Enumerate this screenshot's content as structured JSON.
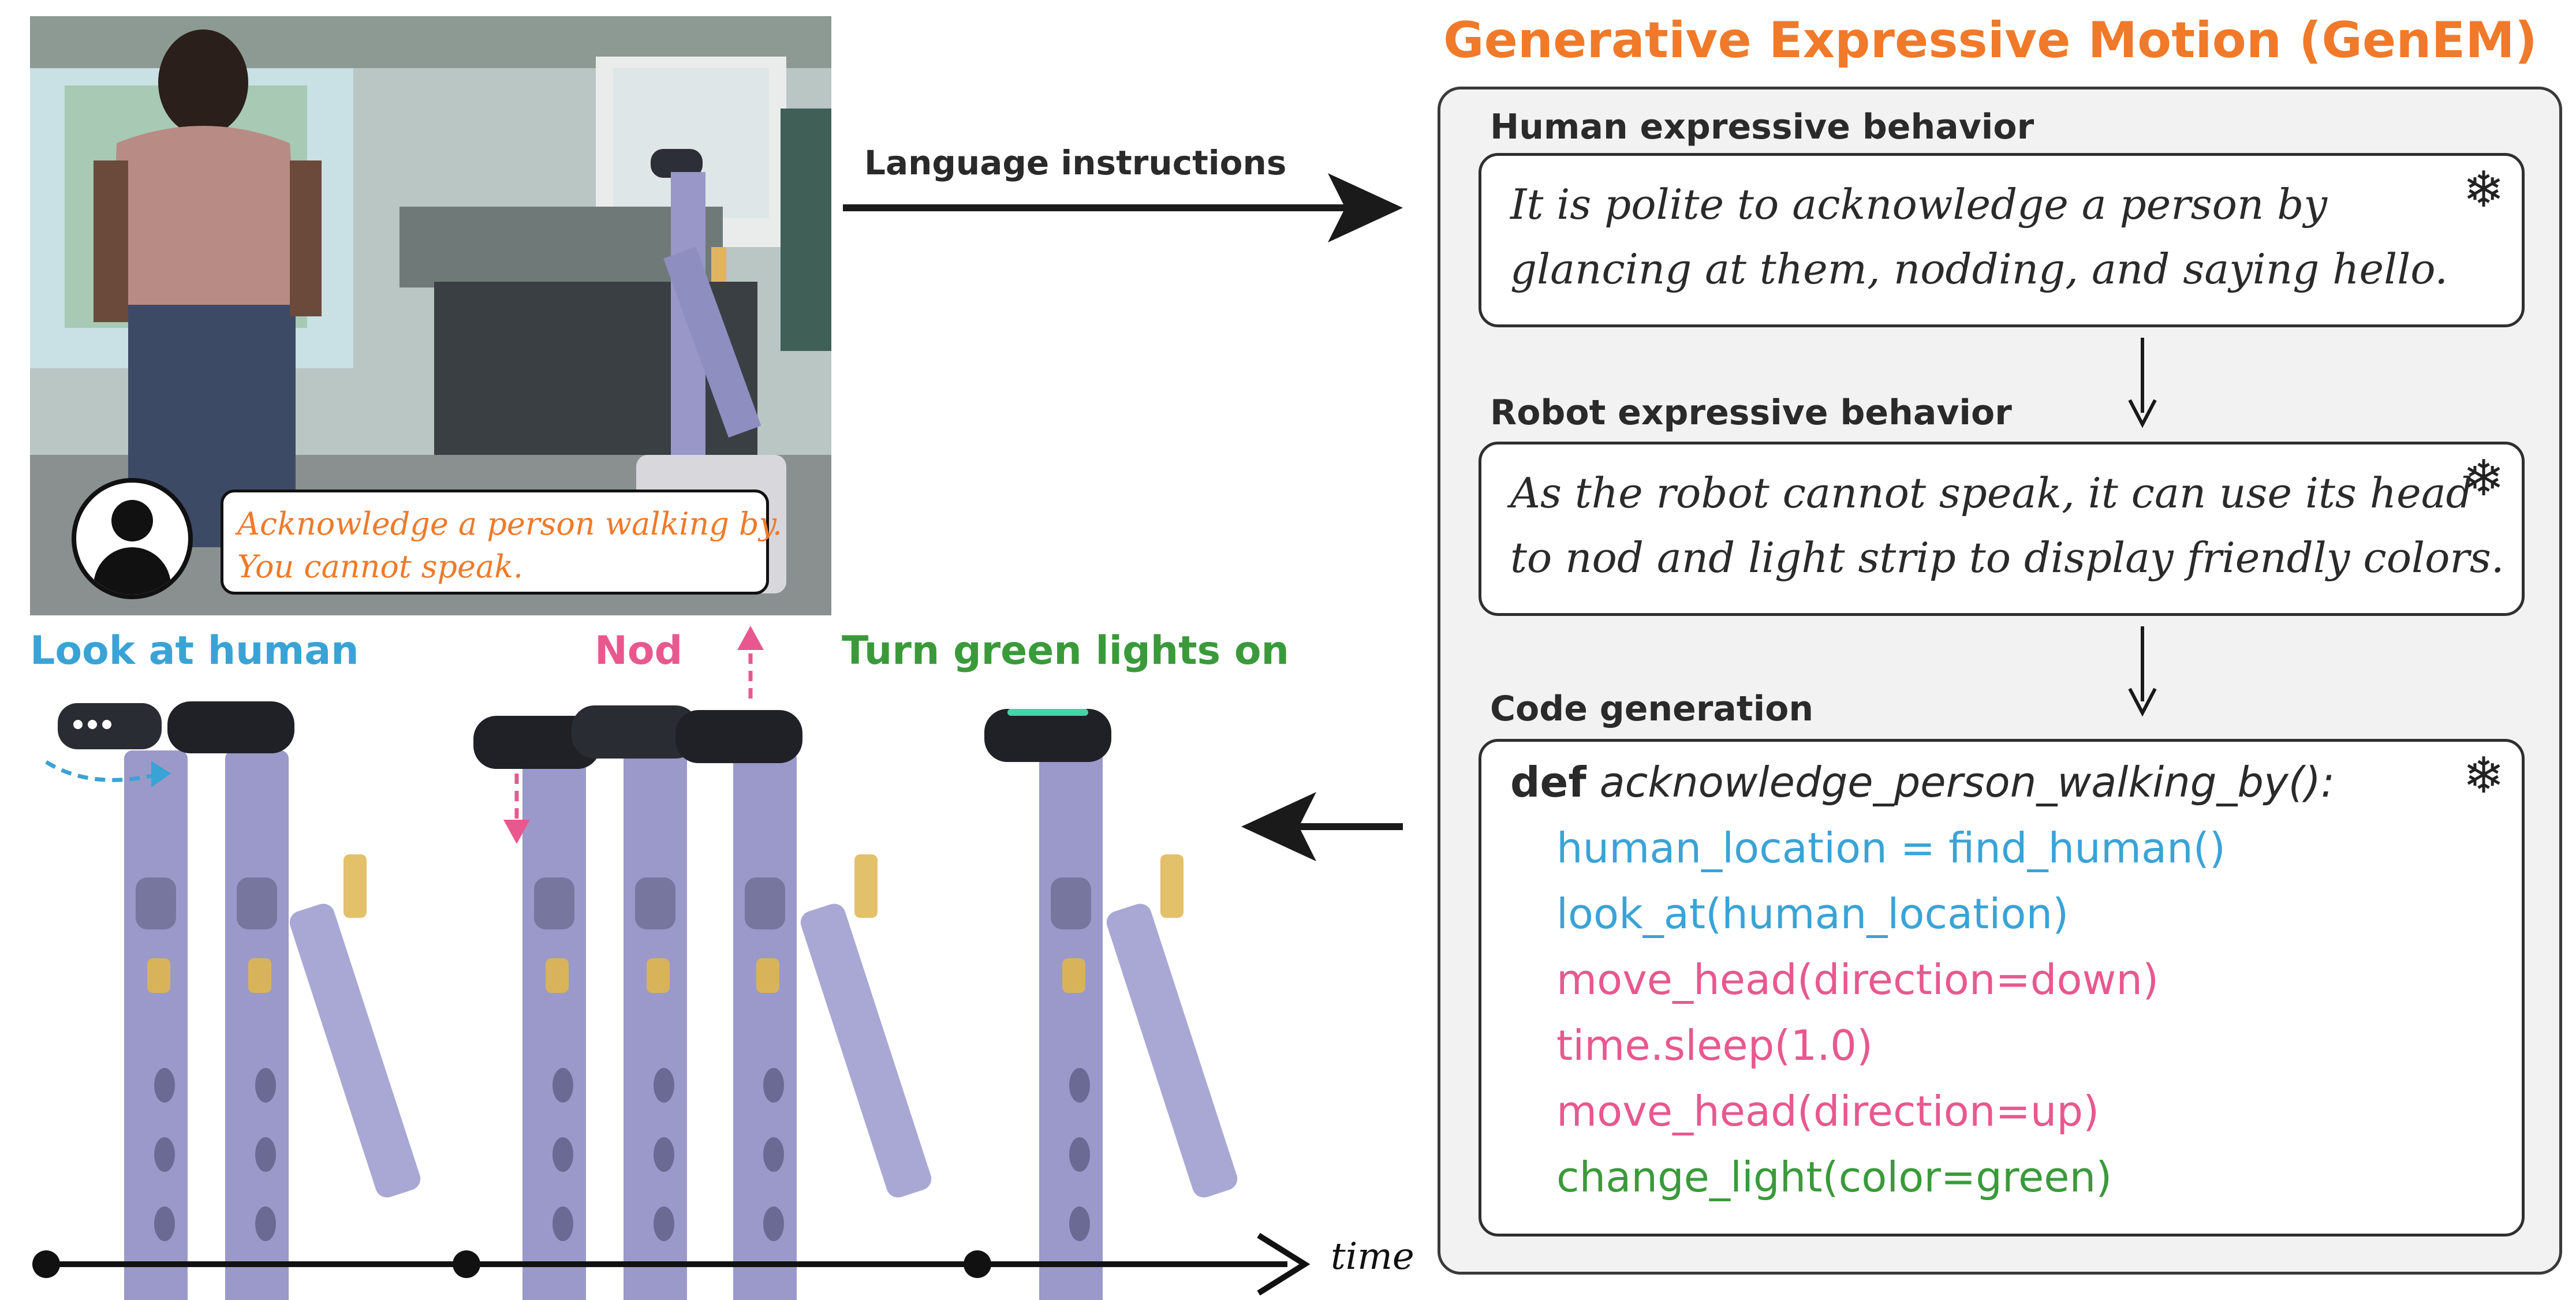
{
  "title": "Generative Expressive Motion (GenEM)",
  "photo": {
    "speech_lines": [
      "Acknowledge a person walking by.",
      "You cannot speak."
    ]
  },
  "language_instructions_label": "Language instructions",
  "sections": {
    "human": {
      "heading": "Human expressive behavior",
      "lines": [
        "It is polite to acknowledge a person by",
        "glancing at them, nodding, and saying hello."
      ]
    },
    "robot": {
      "heading": "Robot expressive behavior",
      "lines": [
        "As the robot cannot speak, it can use its head",
        "to nod and light strip to display friendly colors."
      ]
    },
    "code": {
      "heading": "Code generation",
      "def_keyword": "def",
      "def_name": "acknowledge_person_walking_by():",
      "lines": [
        {
          "text": "human_location = find_human()",
          "color": "#3aa3d6"
        },
        {
          "text": "look_at(human_location)",
          "color": "#3aa3d6"
        },
        {
          "text": "move_head(direction=down)",
          "color": "#e8588f"
        },
        {
          "text": "time.sleep(1.0)",
          "color": "#e8588f"
        },
        {
          "text": "move_head(direction=up)",
          "color": "#e8588f"
        },
        {
          "text": "change_light(color=green)",
          "color": "#3a9a3a"
        }
      ]
    }
  },
  "actions": [
    {
      "label": "Look at human",
      "color": "#3aa3d6"
    },
    {
      "label": "Nod",
      "color": "#e8588f"
    },
    {
      "label": "Turn green lights on",
      "color": "#3a9a3a"
    }
  ],
  "time_label": "time",
  "snowflake_icon": "❄",
  "colors": {
    "orange": "#f07a2a",
    "blue": "#3aa3d6",
    "pink": "#e8588f",
    "green": "#3a9a3a"
  }
}
